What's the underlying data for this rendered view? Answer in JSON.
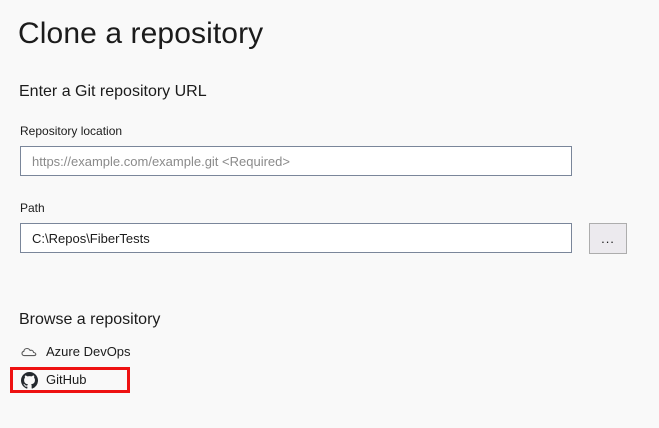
{
  "page": {
    "title": "Clone a repository",
    "background_color": "#f9f9f9",
    "text_color": "#1b1b1b"
  },
  "url_section": {
    "heading": "Enter a Git repository URL",
    "repository_location": {
      "label": "Repository location",
      "value": "",
      "placeholder": "https://example.com/example.git <Required>"
    },
    "path": {
      "label": "Path",
      "value": "C:\\Repos\\FiberTests",
      "placeholder": ""
    },
    "browse_button": {
      "label": "...",
      "icon": "ellipsis-icon"
    }
  },
  "browse_section": {
    "heading": "Browse a repository",
    "providers": [
      {
        "label": "Azure DevOps",
        "icon": "cloud-icon",
        "highlighted": false
      },
      {
        "label": "GitHub",
        "icon": "github-icon",
        "highlighted": true
      }
    ]
  },
  "annotation": {
    "highlight_color": "#ee1111",
    "target": "GitHub"
  }
}
